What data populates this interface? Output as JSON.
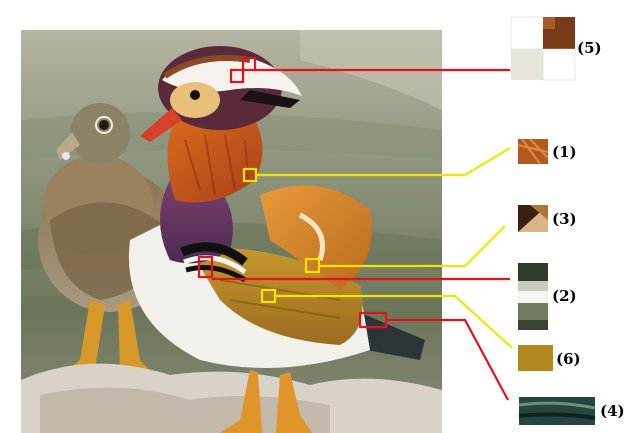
{
  "figure": {
    "labels": [
      "(5)",
      "(1)",
      "(3)",
      "(2)",
      "(6)",
      "(4)"
    ],
    "colors": {
      "red": "#e1141e",
      "yellow": "#f2e500",
      "background_top": "#9fa08b",
      "background_mid": "#6f7960",
      "rocks": "#d9d2c7"
    },
    "callouts": [
      {
        "label": "(5)",
        "color": "red",
        "swatch": "white-brown checker patch (crest)"
      },
      {
        "label": "(1)",
        "color": "yellow",
        "swatch": "orange-brown neck feathers"
      },
      {
        "label": "(3)",
        "color": "yellow",
        "swatch": "brown-cream sail feather"
      },
      {
        "label": "(2)",
        "color": "red",
        "swatch": "dark green-gray stripe"
      },
      {
        "label": "(6)",
        "color": "yellow",
        "swatch": "golden flank"
      },
      {
        "label": "(4)",
        "color": "red",
        "swatch": "dark teal tail stripe"
      }
    ]
  }
}
